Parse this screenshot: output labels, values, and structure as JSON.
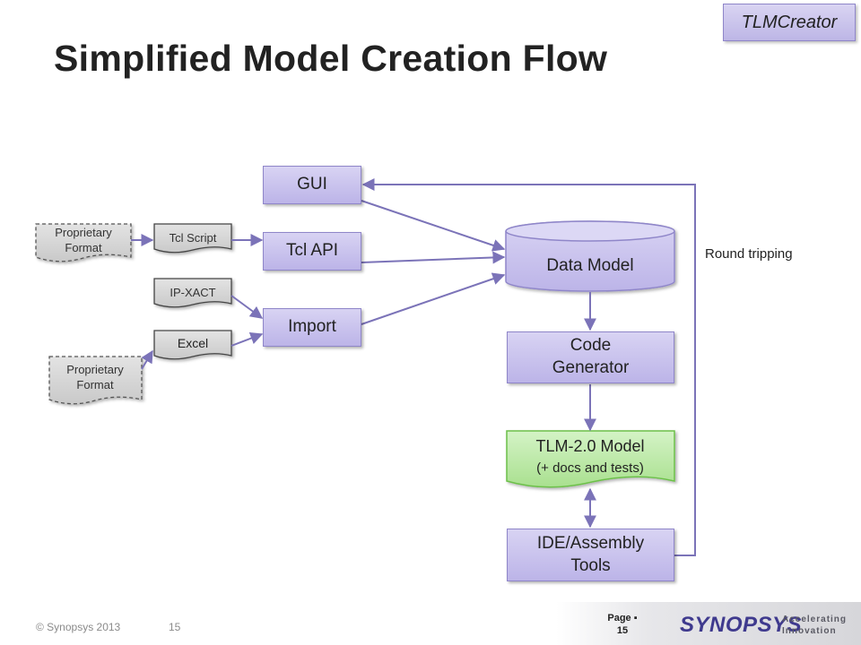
{
  "slide": {
    "title": "Simplified Model Creation Flow",
    "tag": "TLMCreator"
  },
  "nodes": {
    "gui": "GUI",
    "tcl_api": "Tcl API",
    "import": "Import",
    "data_model": "Data Model",
    "code_generator": "Code Generator",
    "tlm_model_line1": "TLM-2.0 Model",
    "tlm_model_line2": "(+ docs and tests)",
    "ide_tools": "IDE/Assembly Tools"
  },
  "inputs": {
    "proprietary_format_1": [
      "Proprietary",
      "Format"
    ],
    "tcl_script": "Tcl Script",
    "ip_xact": "IP-XACT",
    "excel": "Excel",
    "proprietary_format_2": [
      "Proprietary",
      "Format"
    ]
  },
  "annotations": {
    "round_tripping": "Round tripping"
  },
  "footer": {
    "copyright": "© Synopsys 2013",
    "slide_number": "15",
    "page_label": "Page",
    "page_number": "15",
    "logo": "SYNOPSYS",
    "tagline": [
      "Accelerating",
      "Innovation"
    ]
  },
  "colors": {
    "box_fill": "#c9c2ee",
    "box_border": "#8f86c9",
    "arrow": "#7b73b8",
    "model_fill": "#b6e8a0",
    "model_border": "#6cc04a"
  }
}
